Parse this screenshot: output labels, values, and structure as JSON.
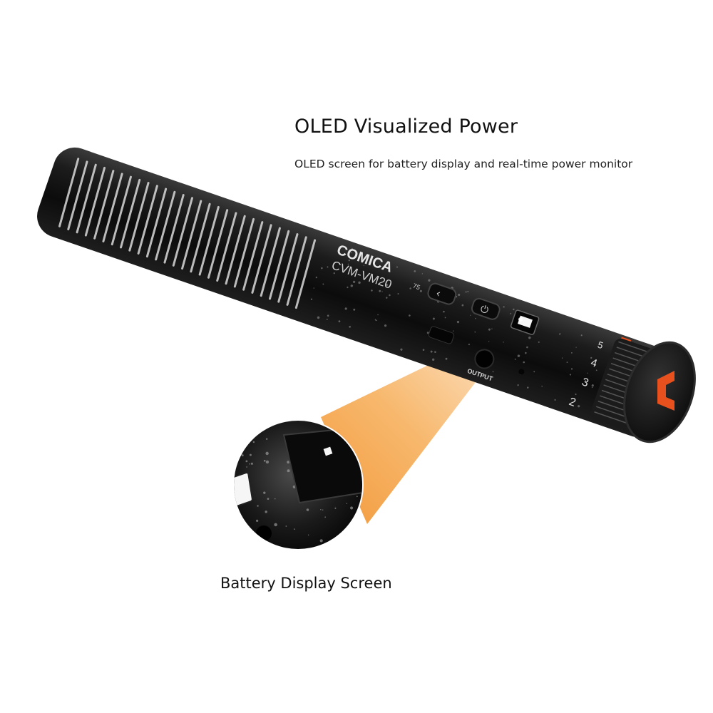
{
  "headline": "OLED Visualized Power",
  "subline": "OLED screen for battery display and real-time power monitor",
  "caption": "Battery Display Screen",
  "product": {
    "brand": "COMICA",
    "model": "CVM-VM20",
    "port_label": "OUTPUT",
    "button_label": "75",
    "dial_numbers": [
      "2",
      "3",
      "4",
      "5"
    ]
  },
  "colors": {
    "body": "#141414",
    "accent": "#e8501e",
    "beam": "#f5a04a"
  }
}
